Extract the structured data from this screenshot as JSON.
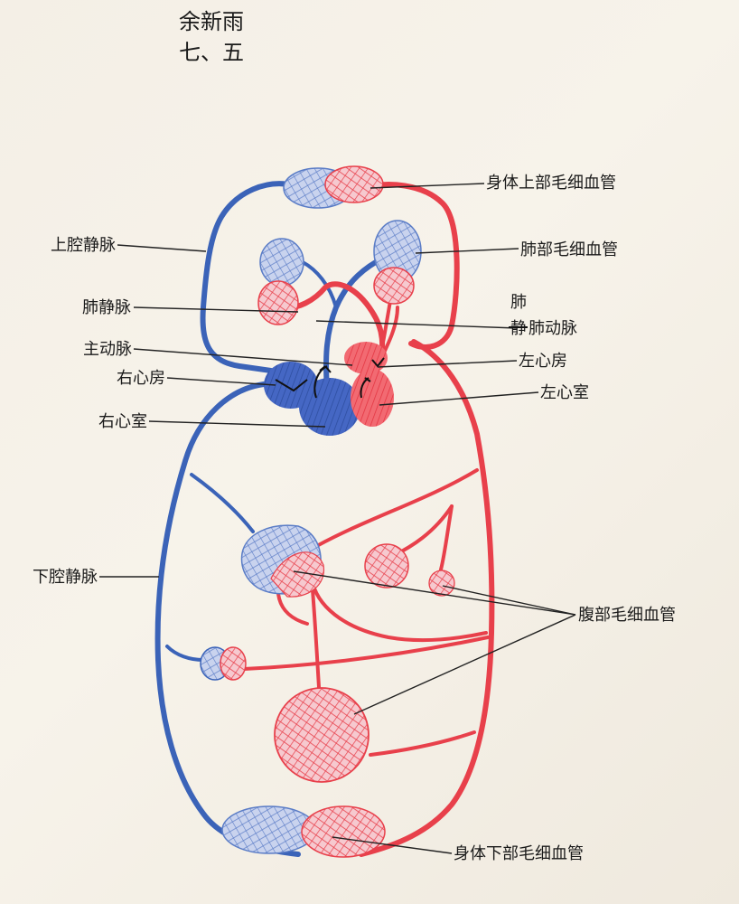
{
  "author": {
    "name": "余新雨",
    "class": "七、五"
  },
  "labels": {
    "upper_body_capillaries": "身体上部毛细血管",
    "superior_vena_cava": "上腔静脉",
    "lung_capillaries": "肺部毛细血管",
    "pulmonary_vein": "肺静脉",
    "pulmonary_artery": "肺动脉",
    "pulmonary_artery_correction": "肺",
    "pulmonary_artery_struck": "静",
    "aorta": "主动脉",
    "right_atrium": "右心房",
    "left_atrium": "左心房",
    "right_ventricle": "右心室",
    "left_ventricle": "左心室",
    "inferior_vena_cava": "下腔静脉",
    "abdominal_capillaries": "腹部毛细血管",
    "lower_body_capillaries": "身体下部毛细血管"
  },
  "colors": {
    "vein": "#3b63b8",
    "artery": "#e8404b",
    "paper": "#f5f0e7"
  }
}
